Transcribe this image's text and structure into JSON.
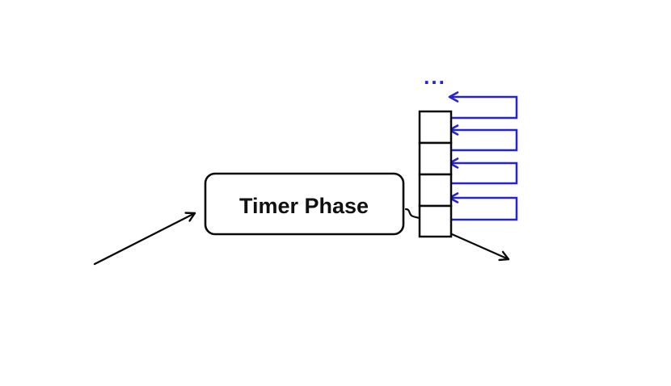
{
  "diagram": {
    "node": {
      "label": "Timer Phase"
    },
    "queue": {
      "ellipsis": "...",
      "slot_count": 4,
      "loop_arrow_count": 4
    },
    "colors": {
      "background": "#ffffff",
      "stroke": "#0a0a0a",
      "accent_blue": "#2323dd",
      "label_text": "#111111"
    }
  }
}
